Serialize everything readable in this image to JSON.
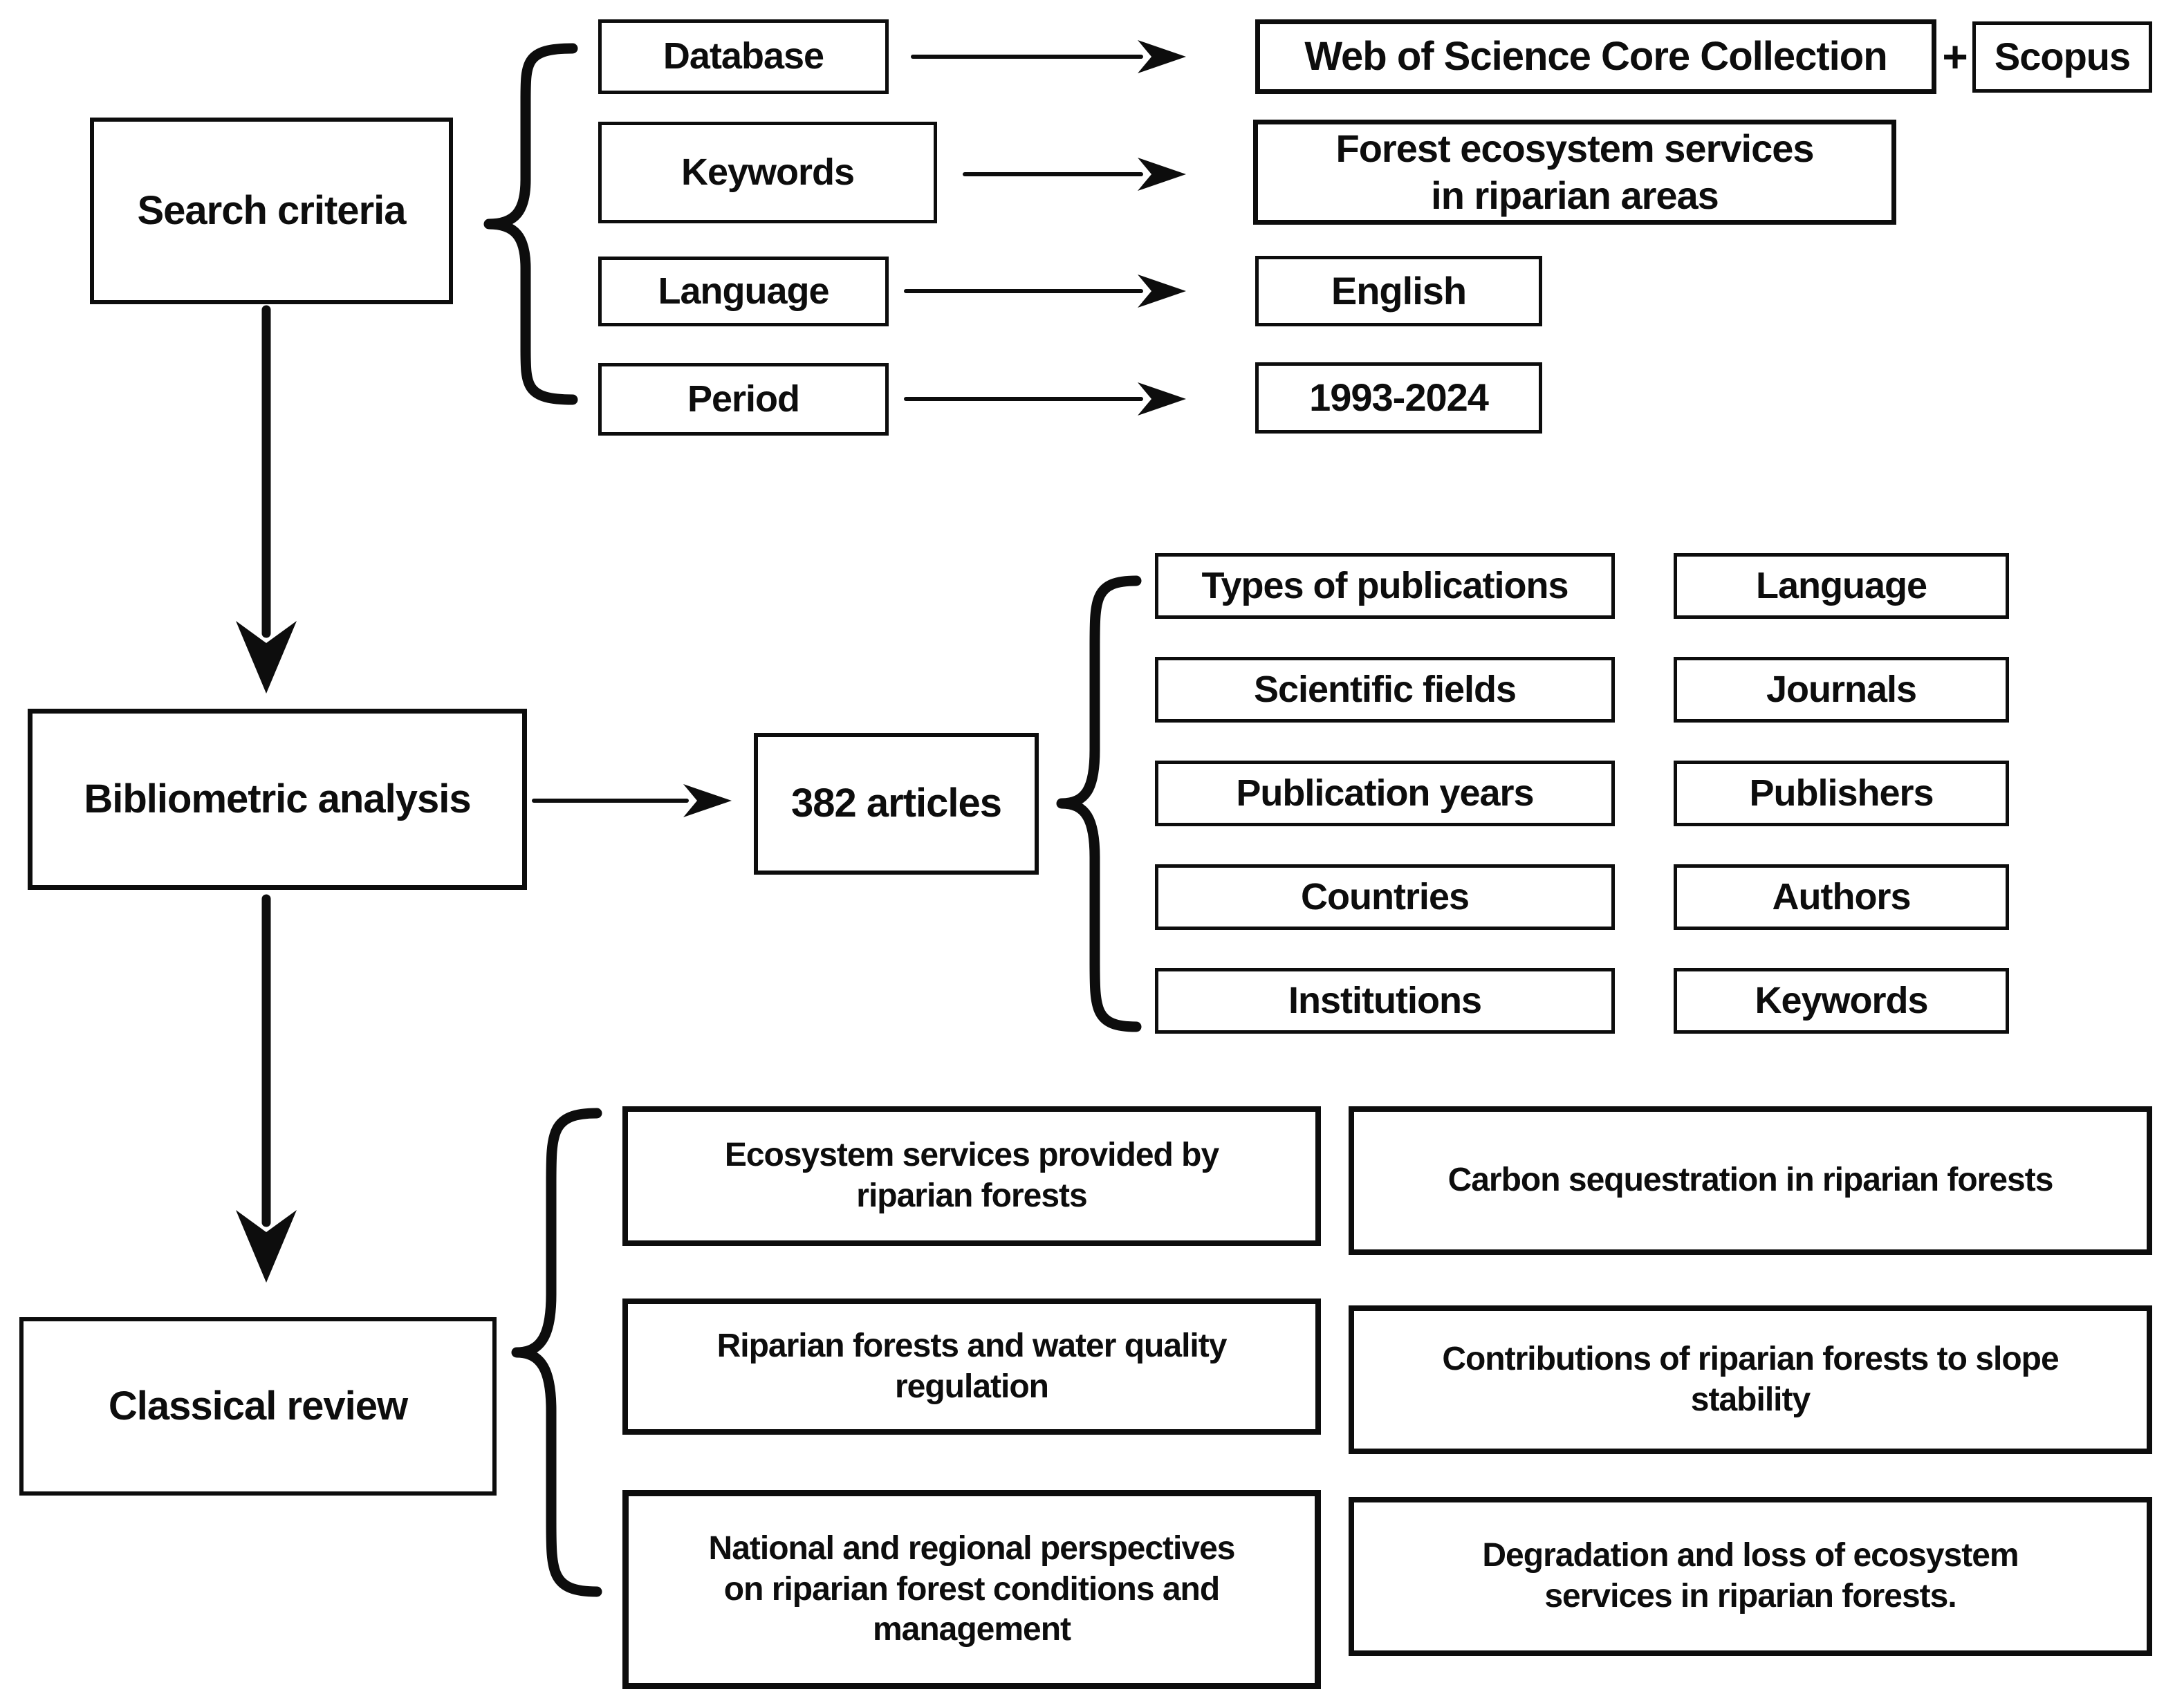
{
  "colors": {
    "ink": "#0d0d0d",
    "background": "#ffffff"
  },
  "search": {
    "title": "Search criteria",
    "rows": [
      {
        "label": "Database",
        "value": "Web of Science Core Collection",
        "plus": "+",
        "value2": "Scopus"
      },
      {
        "label": "Keywords",
        "value": "Forest ecosystem services\nin riparian areas"
      },
      {
        "label": "Language",
        "value": "English"
      },
      {
        "label": "Period",
        "value": "1993-2024"
      }
    ]
  },
  "bibliometric": {
    "title": "Bibliometric analysis",
    "articles": "382 articles",
    "aspects_left": [
      "Types of publications",
      "Scientific fields",
      "Publication years",
      "Countries",
      "Institutions"
    ],
    "aspects_right": [
      "Language",
      "Journals",
      "Publishers",
      "Authors",
      "Keywords"
    ]
  },
  "classical": {
    "title": "Classical review",
    "topics_left": [
      "Ecosystem services provided by\nriparian forests",
      "Riparian forests and water quality\nregulation",
      "National and regional perspectives\non riparian forest conditions and\nmanagement"
    ],
    "topics_right": [
      "Carbon sequestration in riparian forests",
      "Contributions of riparian forests to slope\nstability",
      "Degradation and loss of ecosystem\nservices in riparian forests."
    ]
  }
}
